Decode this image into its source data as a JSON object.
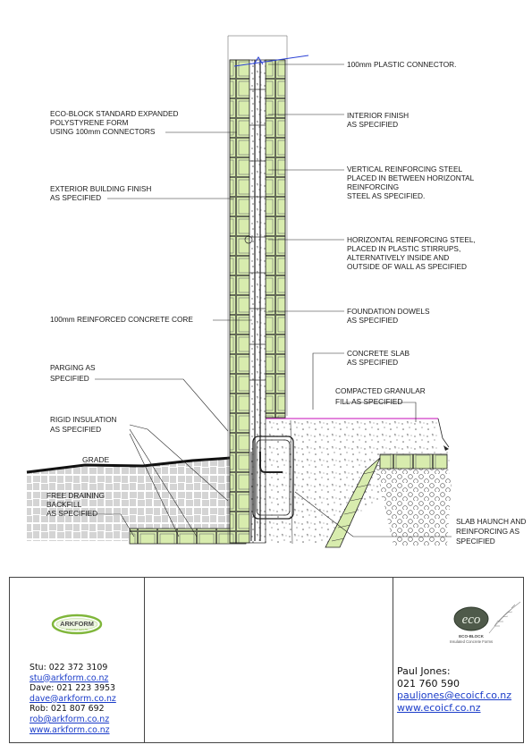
{
  "drawing": {
    "labels_right": [
      "100mm PLASTIC CONNECTOR.",
      "INTERIOR FINISH",
      "AS SPECIFIED",
      "VERTICAL REINFORCING STEEL",
      "PLACED IN BETWEEN HORIZONTAL",
      "REINFORCING",
      "STEEL AS SPECIFIED.",
      "HORIZONTAL REINFORCING STEEL,",
      "PLACED IN PLASTIC STIRRUPS,",
      "ALTERNATIVELY INSIDE AND",
      "OUTSIDE OF WALL AS SPECIFIED",
      "FOUNDATION DOWELS",
      "AS SPECIFIED",
      "CONCRETE SLAB",
      "AS SPECIFIED",
      "COMPACTED GRANULAR",
      "FILL AS SPECIFIED",
      "SLAB HAUNCH AND",
      "REINFORCING AS",
      "SPECIFIED"
    ],
    "labels_left": [
      "ECO-BLOCK STANDARD EXPANDED",
      "POLYSTYRENE FORM",
      "USING 100mm CONNECTORS",
      "EXTERIOR BUILDING FINISH",
      "AS SPECIFIED",
      "100mm REINFORCED CONCRETE CORE",
      "PARGING AS",
      "SPECIFIED",
      "RIGID INSULATION",
      "AS SPECIFIED",
      "GRADE",
      "FREE DRAINING",
      "BACKFILL",
      "AS SPECIFIED"
    ]
  },
  "title_block": {
    "arkform_logo": {
      "name": "ARKFORM",
      "tagline": "BUILD BETTER LTD"
    },
    "contacts": [
      "Stu:  022  372  3109",
      "stu@arkform.co.nz",
      "Dave:  021  223  3953",
      "dave@arkform.co.nz",
      "Rob:  021  807  692",
      "rob@arkform.co.nz",
      "www.arkform.co.nz"
    ],
    "eco_logo": {
      "mark": "eco",
      "line1": "ECO-BLOCK",
      "line2": "Insulated Concrete Forms"
    },
    "paul": [
      "Paul  Jones:",
      "021  760  590",
      "pauljones@ecoicf.co.nz",
      "www.ecoicf.co.nz"
    ]
  },
  "colors": {
    "foam": "#d8ecae",
    "line": "#222222",
    "blue": "#2d43d6",
    "magenta": "#d23cc8",
    "ark_green": "#7fb63a"
  }
}
